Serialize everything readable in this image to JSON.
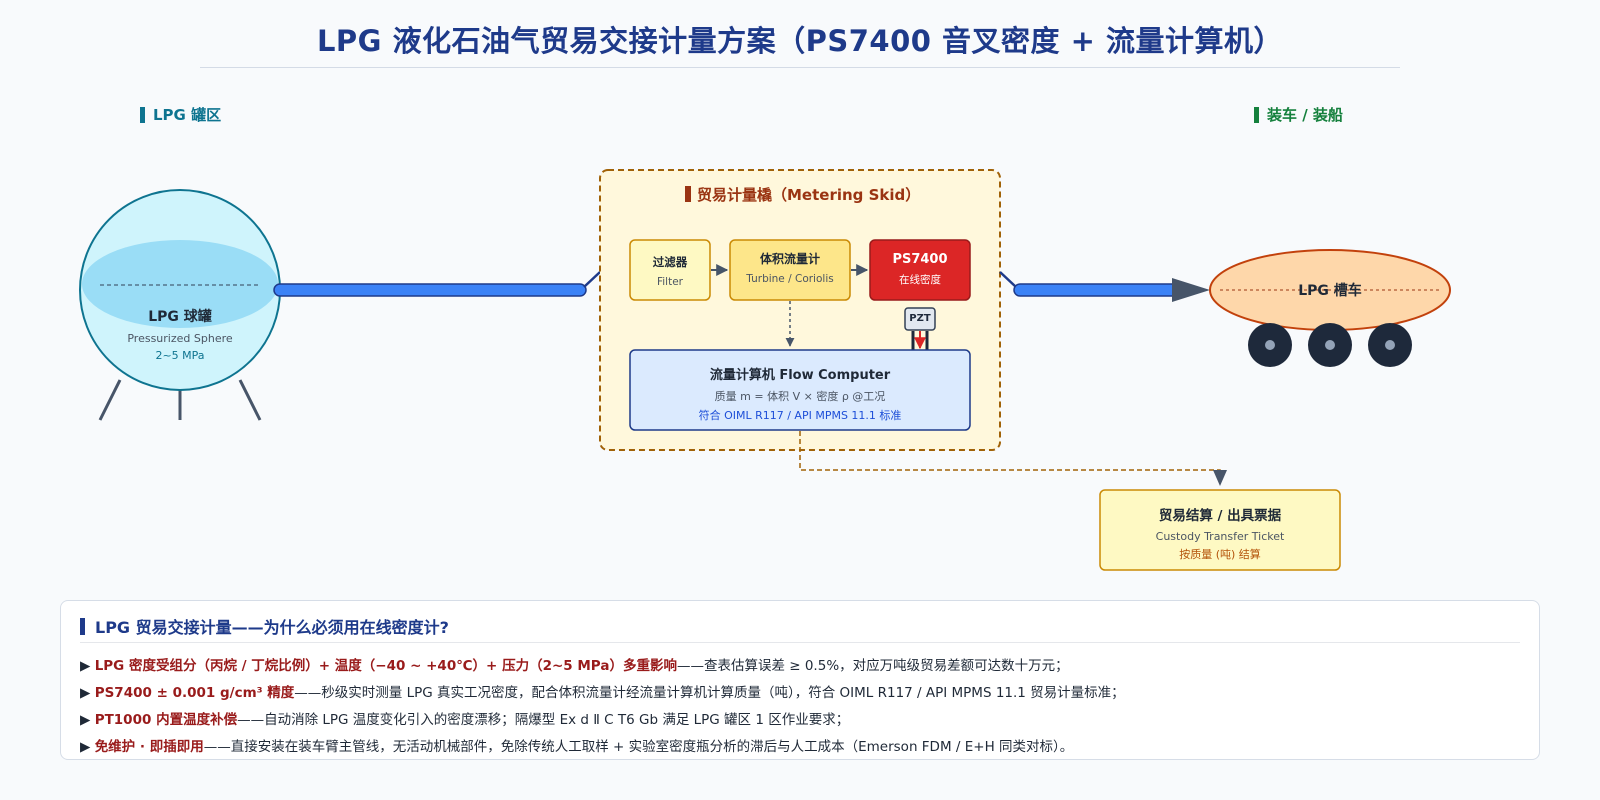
{
  "title": "LPG 液化石油气贸易交接计量方案（PS7400 音叉密度 + 流量计算机）",
  "zones": {
    "tank_area": "LPG 罐区",
    "loading": "装车 / 装船"
  },
  "skid": {
    "title": "贸易计量橇（Metering Skid）"
  },
  "sphere": {
    "name": "LPG 球罐",
    "subtitle": "Pressurized Sphere",
    "pressure": "2~5 MPa"
  },
  "filter": {
    "name": "过滤器",
    "subtitle": "Filter"
  },
  "flowmeter": {
    "name": "体积流量计",
    "subtitle": "Turbine / Coriolis"
  },
  "ps7400": {
    "name": "PS7400",
    "subtitle": "在线密度"
  },
  "pzt": {
    "label": "PZT"
  },
  "flow_computer": {
    "name": "流量计算机 Flow Computer",
    "formula": "质量 m = 体积 V × 密度 ρ @工况",
    "standard": "符合 OIML R117 / API MPMS 11.1 标准"
  },
  "tanker": {
    "name": "LPG 槽车"
  },
  "ticket": {
    "name": "贸易结算 / 出具票据",
    "subtitle": "Custody Transfer Ticket",
    "note": "按质量 (吨) 结算"
  },
  "panel": {
    "title": "LPG 贸易交接计量——为什么必须用在线密度计?",
    "points": [
      {
        "bullet": "▶",
        "highlight": "LPG 密度受组分（丙烷 / 丁烷比例）+ 温度（−40 ~ +40℃）+ 压力（2~5 MPa）多重影响",
        "text": "——查表估算误差 ≥ 0.5%，对应万吨级贸易差额可达数十万元；"
      },
      {
        "bullet": "▶",
        "highlight": "PS7400 ± 0.001 g/cm³ 精度",
        "text": "——秒级实时测量 LPG 真实工况密度，配合体积流量计经流量计算机计算质量（吨），符合 OIML R117 / API MPMS 11.1 贸易计量标准；"
      },
      {
        "bullet": "▶",
        "highlight": "PT1000 内置温度补偿",
        "text": "——自动消除 LPG 温度变化引入的密度漂移；隔爆型 Ex d Ⅱ C T6 Gb 满足 LPG 罐区 1 区作业要求；"
      },
      {
        "bullet": "▶",
        "highlight": "免维护 · 即插即用",
        "text": "——直接安装在装车臂主管线，无活动机械部件，免除传统人工取样 + 实验室密度瓶分析的滞后与人工成本（Emerson FDM / E+H 同类对标）。"
      }
    ]
  },
  "colors": {
    "title": "#1e3a8a",
    "ps7400": "#dc2626",
    "pipe": "#3b82f6",
    "skid_border": "#a16207",
    "highlight": "#991b1b"
  }
}
